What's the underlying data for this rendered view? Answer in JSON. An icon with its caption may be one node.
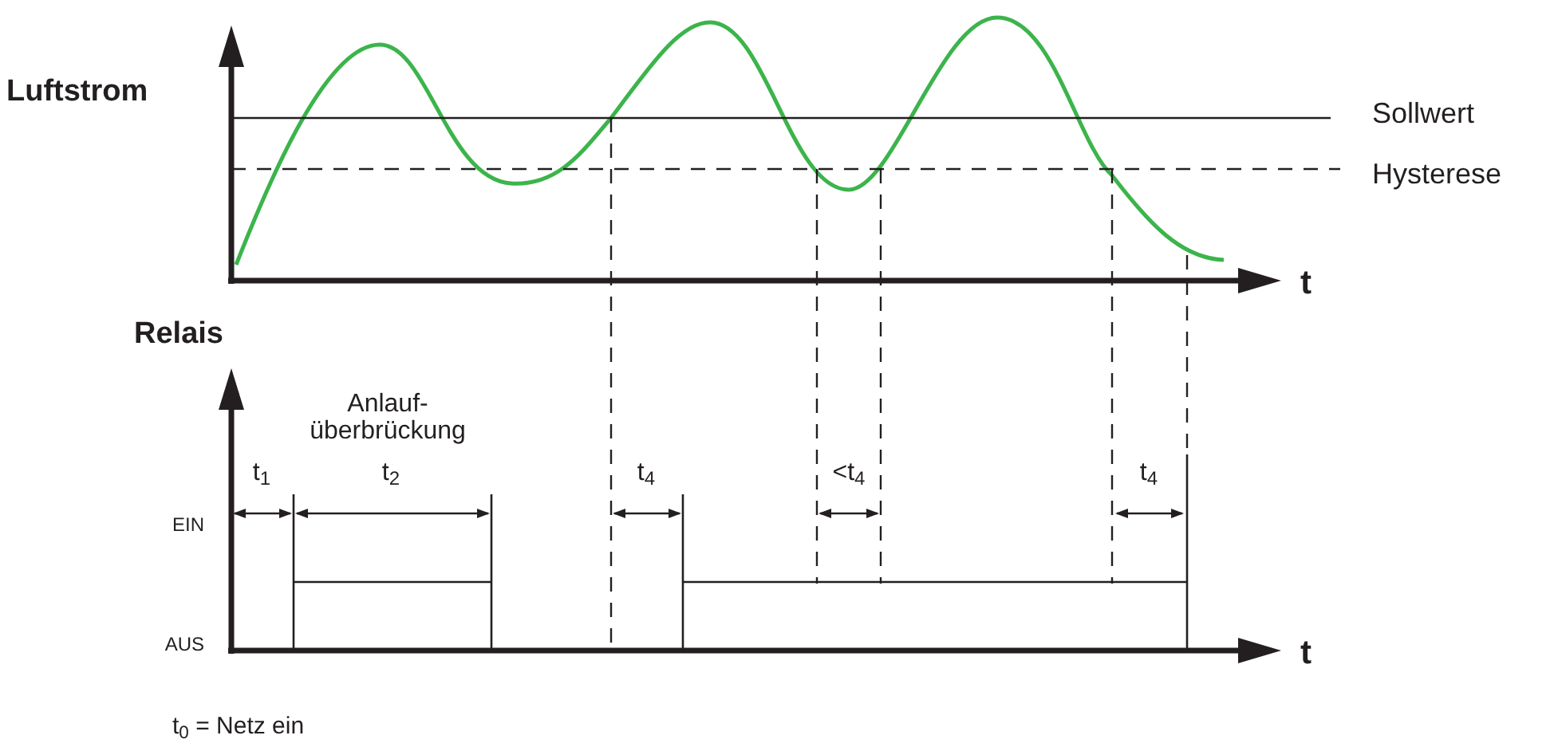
{
  "diagram": {
    "labels": [
      "Luftstrom",
      "Sollwert",
      "Hysterese",
      "t",
      "Relais",
      "Anlauf- überbrückung",
      "t$_{1}$",
      "t$_{2}$",
      "t$_{4}$",
      "<t$_{4}$",
      "t$_{4}$",
      "EIN",
      "AUS",
      "t",
      "t$_{0}$ = Netz ein"
    ]
  }
}
